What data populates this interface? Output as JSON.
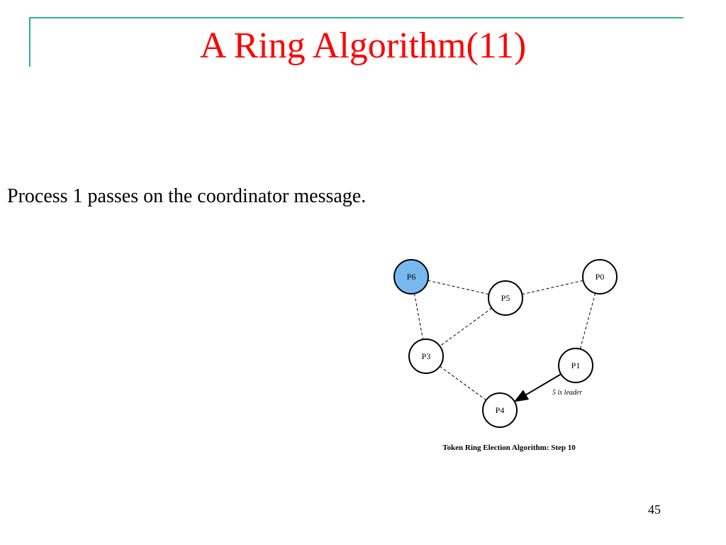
{
  "slide": {
    "title": "A Ring Algorithm(11)",
    "body": "Process 1 passes on the coordinator message.",
    "page_number": "45"
  },
  "diagram": {
    "nodes": [
      {
        "id": "P6",
        "label": "P6",
        "highlighted": true
      },
      {
        "id": "P5",
        "label": "P5",
        "highlighted": false
      },
      {
        "id": "P0",
        "label": "P0",
        "highlighted": false
      },
      {
        "id": "P3",
        "label": "P3",
        "highlighted": false
      },
      {
        "id": "P1",
        "label": "P1",
        "highlighted": false
      },
      {
        "id": "P4",
        "label": "P4",
        "highlighted": false
      }
    ],
    "edges": [
      {
        "from": "P6",
        "to": "P5",
        "style": "dashed"
      },
      {
        "from": "P5",
        "to": "P0",
        "style": "dashed"
      },
      {
        "from": "P6",
        "to": "P3",
        "style": "dashed"
      },
      {
        "from": "P5",
        "to": "P3",
        "style": "dashed"
      },
      {
        "from": "P0",
        "to": "P1",
        "style": "dashed"
      },
      {
        "from": "P3",
        "to": "P4",
        "style": "dashed"
      },
      {
        "from": "P1",
        "to": "P4",
        "style": "arrow",
        "label": "5 is leader"
      }
    ],
    "caption": "Token Ring Election Algorithm:  Step 10",
    "colors": {
      "highlight_fill": "#79b8ef",
      "title": "#ff0000",
      "rule": "#2bb58f"
    }
  }
}
